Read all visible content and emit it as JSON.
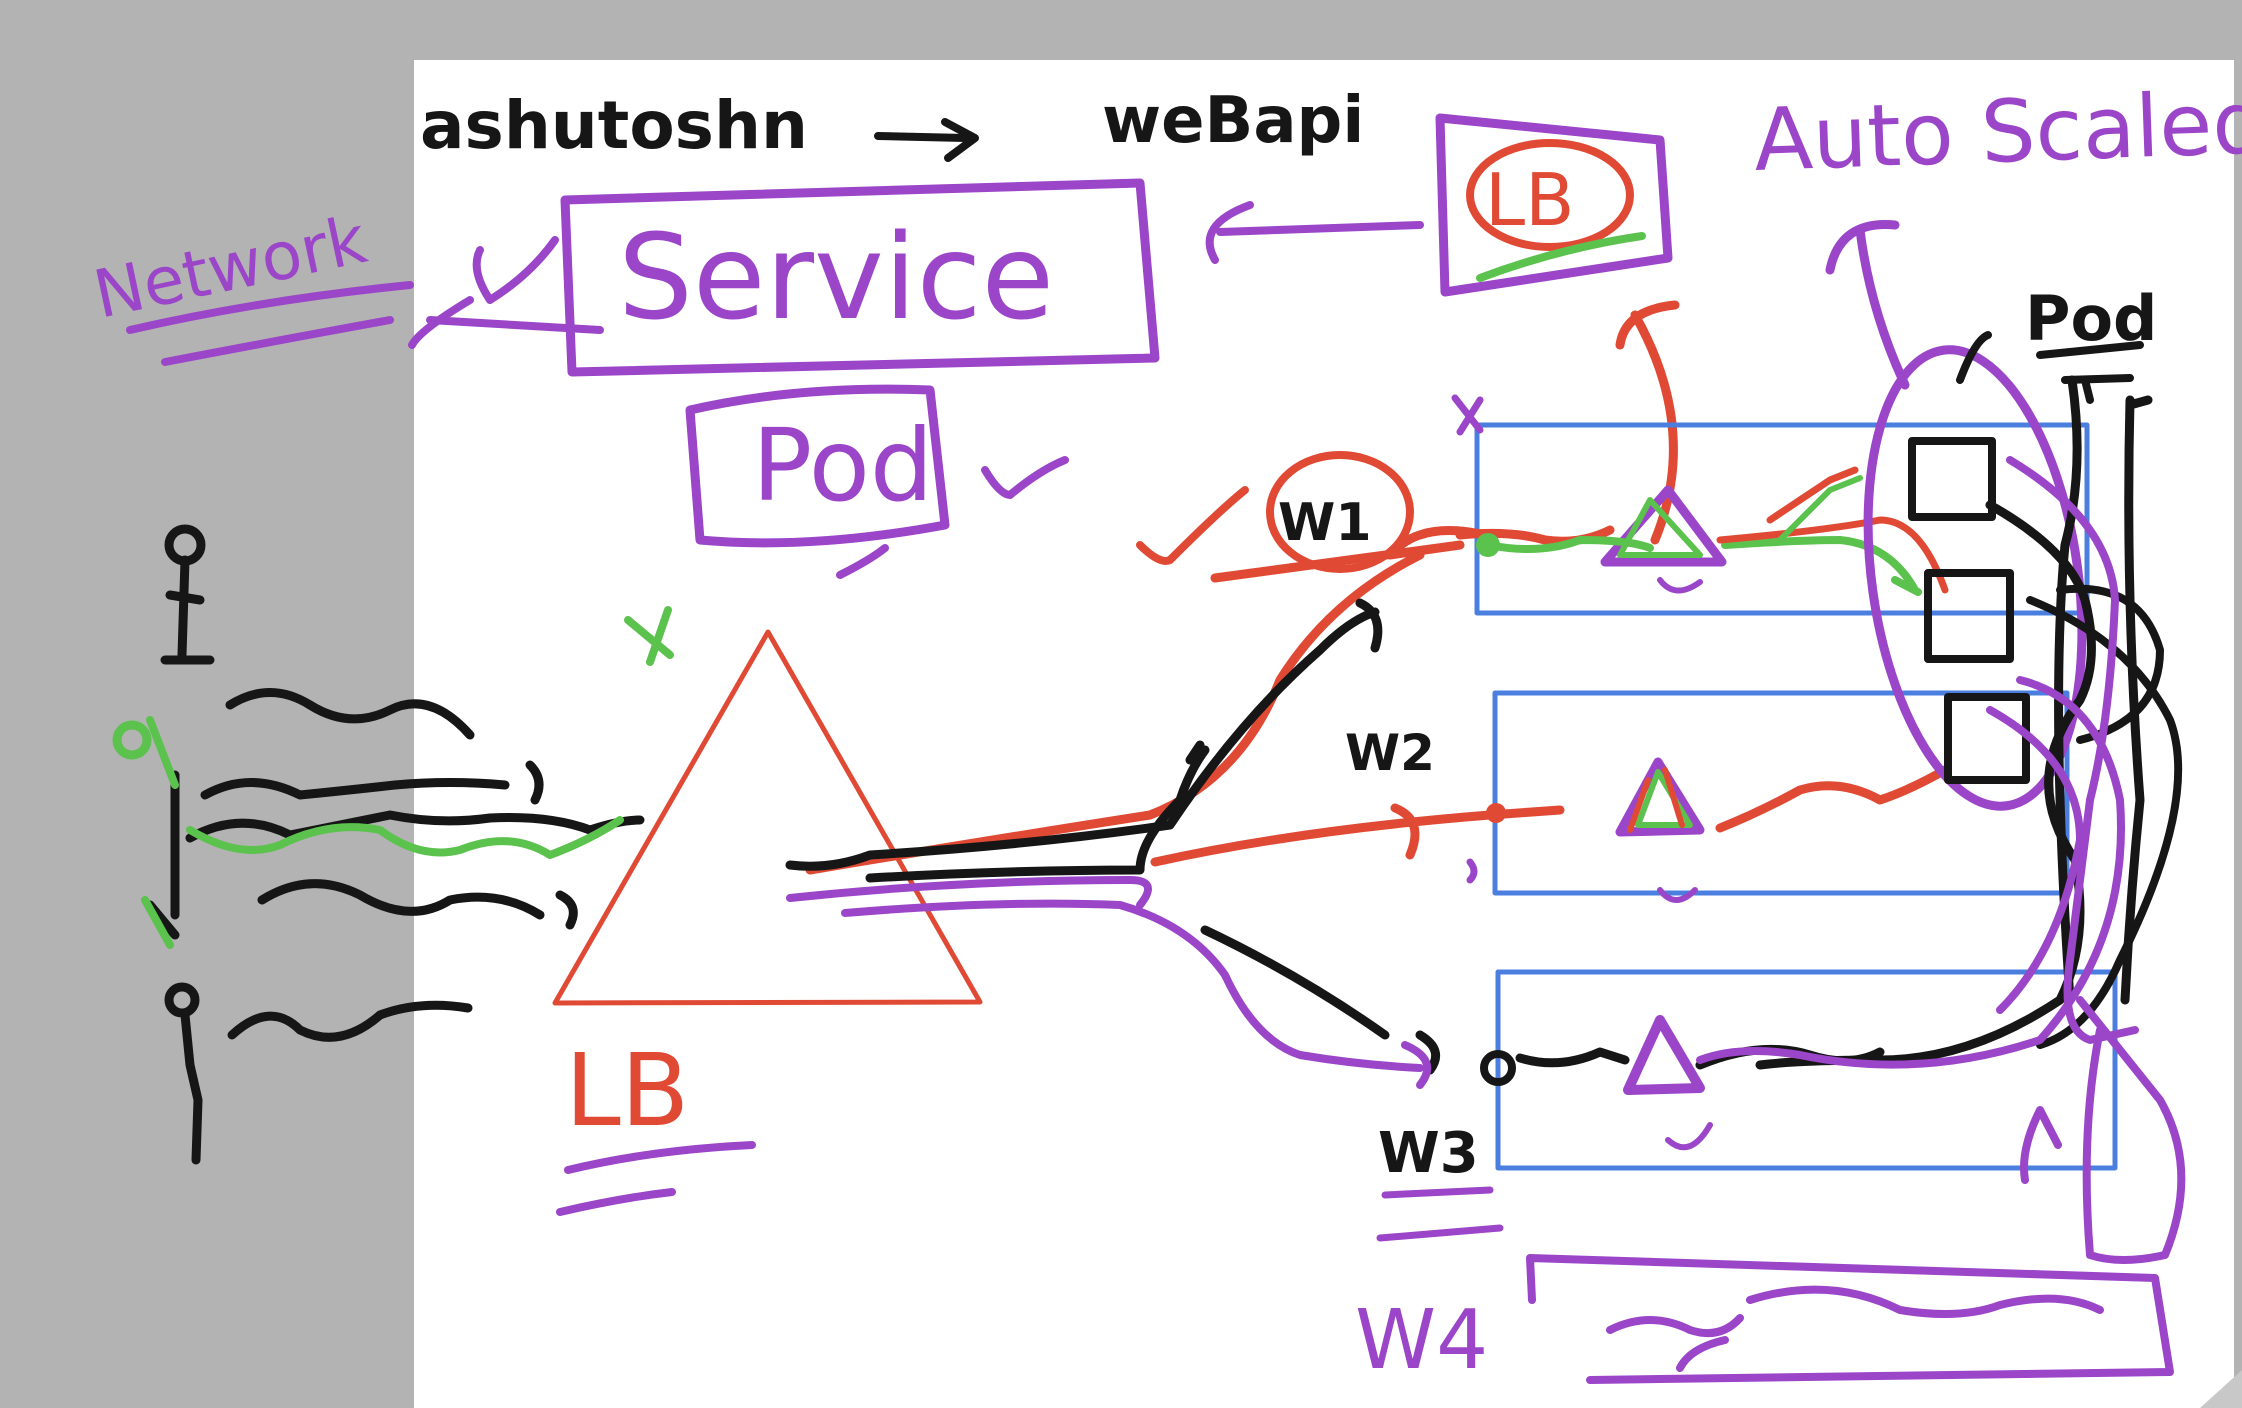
{
  "header": {
    "user": "ashutoshn",
    "arrow": "→",
    "app": "weBapi",
    "auto_scaled": "Auto Scaled"
  },
  "labels": {
    "network": "Network",
    "service": "Service",
    "pod_box": "Pod",
    "lb_top": "LB",
    "lb_main": "LB",
    "pod_top_right": "Pod",
    "w1": "W1",
    "w2": "W2",
    "w3": "W3",
    "w4": "W4"
  },
  "colors": {
    "purple": "#9b45c9",
    "red": "#e04a35",
    "green": "#5cc24e",
    "blue": "#4a7fe0",
    "black": "#161616",
    "gray": "#b3b3b3"
  }
}
